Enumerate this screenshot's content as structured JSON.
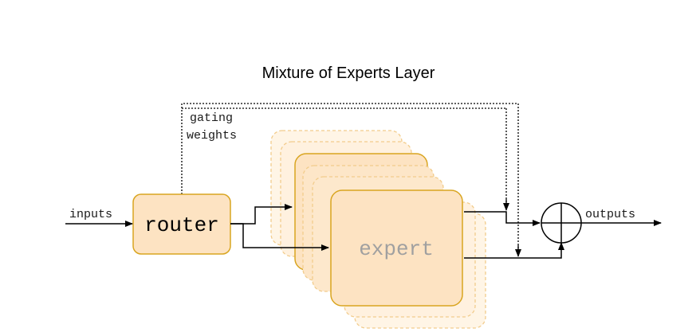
{
  "title": "Mixture of Experts Layer",
  "labels": {
    "inputs": "inputs",
    "router": "router",
    "gating_line1": "gating",
    "gating_line2": "weights",
    "expert": "expert",
    "outputs": "outputs"
  },
  "colors": {
    "box_fill": "#fde3c2",
    "box_stroke": "#d9a520",
    "ghost_fill": "#fff5e6",
    "ghost_stroke": "#f2cc8c",
    "line": "#000000"
  },
  "icons": {
    "sum_node": "circle-plus-icon"
  }
}
